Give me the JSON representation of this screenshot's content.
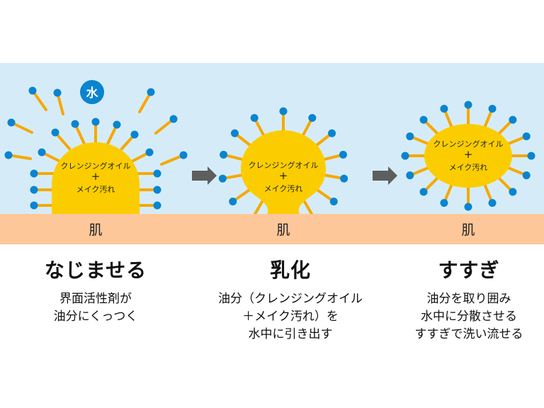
{
  "colors": {
    "water": "#d5ecf8",
    "skin": "#fdc79a",
    "oil": "#fbcd00",
    "tail": "#f6a800",
    "head": "#0a84d0",
    "arrow": "#5e5e5e",
    "badge": "#0a84d0"
  },
  "water_badge": {
    "icon": "water-badge",
    "label": "水"
  },
  "skin_label": "肌",
  "panels": [
    {
      "id": "blend",
      "blob_lines": [
        "クレンジングオイル",
        "+",
        "メイク汚れ"
      ],
      "skin_label": "肌",
      "title": "なじませる",
      "desc": [
        "界面活性剤が",
        "油分にくっつく"
      ]
    },
    {
      "id": "emulsify",
      "blob_lines": [
        "クレンジングオイル",
        "+",
        "メイク汚れ"
      ],
      "skin_label": "肌",
      "title": "乳化",
      "desc": [
        "油分（クレンジングオイル",
        "＋メイク汚れ）を",
        "水中に引き出す"
      ]
    },
    {
      "id": "rinse",
      "blob_lines": [
        "クレンジングオイル",
        "+",
        "メイク汚れ"
      ],
      "skin_label": "肌",
      "title": "すすぎ",
      "desc": [
        "油分を取り囲み",
        "水中に分散させる",
        "すすぎで洗い流せる"
      ]
    }
  ],
  "arrows": [
    {
      "icon": "right-arrow-icon",
      "from": "blend",
      "to": "emulsify"
    },
    {
      "icon": "right-arrow-icon",
      "from": "emulsify",
      "to": "rinse"
    }
  ]
}
